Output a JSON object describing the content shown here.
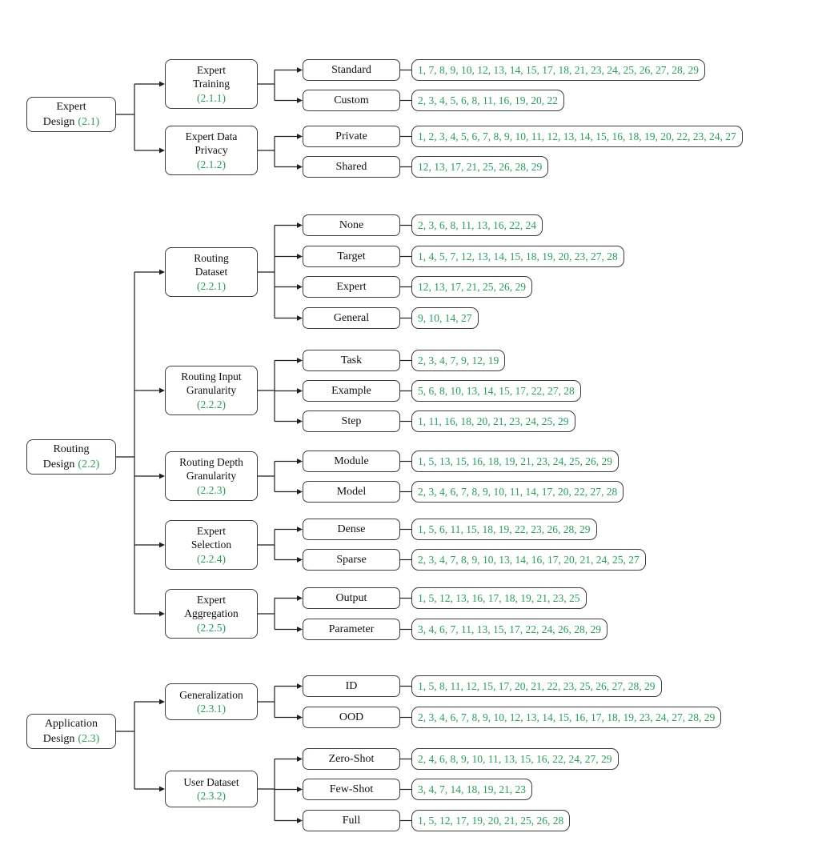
{
  "diagram": {
    "accent_green": "#2a9d5c",
    "groups": [
      {
        "root": {
          "line1": "Expert",
          "line2": "Design",
          "ref": "(2.1)"
        },
        "children": [
          {
            "lines": [
              "Expert",
              "Training"
            ],
            "ref": "(2.1.1)",
            "leaves": [
              {
                "label": "Standard",
                "values": "1, 7, 8, 9, 10, 12, 13, 14, 15, 17, 18, 21, 23, 24, 25, 26, 27, 28, 29"
              },
              {
                "label": "Custom",
                "values": "2, 3, 4, 5, 6, 8, 11, 16, 19, 20, 22"
              }
            ]
          },
          {
            "lines": [
              "Expert Data",
              "Privacy"
            ],
            "ref": "(2.1.2)",
            "leaves": [
              {
                "label": "Private",
                "values": "1, 2, 3, 4, 5, 6, 7, 8, 9, 10, 11, 12, 13, 14, 15, 16, 18, 19, 20, 22, 23, 24, 27"
              },
              {
                "label": "Shared",
                "values": "12, 13, 17, 21, 25, 26, 28, 29"
              }
            ]
          }
        ]
      },
      {
        "root": {
          "line1": "Routing",
          "line2": "Design",
          "ref": "(2.2)"
        },
        "children": [
          {
            "lines": [
              "Routing",
              "Dataset"
            ],
            "ref": "(2.2.1)",
            "leaves": [
              {
                "label": "None",
                "values": "2, 3, 6, 8, 11, 13, 16, 22, 24"
              },
              {
                "label": "Target",
                "values": "1, 4, 5, 7, 12, 13, 14, 15, 18, 19, 20, 23, 27, 28"
              },
              {
                "label": "Expert",
                "values": "12, 13, 17, 21, 25, 26, 29"
              },
              {
                "label": "General",
                "values": "9, 10, 14, 27"
              }
            ]
          },
          {
            "lines": [
              "Routing Input",
              "Granularity"
            ],
            "ref": "(2.2.2)",
            "leaves": [
              {
                "label": "Task",
                "values": "2, 3, 4, 7, 9, 12, 19"
              },
              {
                "label": "Example",
                "values": "5, 6, 8, 10, 13, 14, 15, 17, 22, 27, 28"
              },
              {
                "label": "Step",
                "values": "1, 11, 16, 18, 20, 21, 23, 24, 25, 29"
              }
            ]
          },
          {
            "lines": [
              "Routing Depth",
              "Granularity"
            ],
            "ref": "(2.2.3)",
            "leaves": [
              {
                "label": "Module",
                "values": "1, 5, 13, 15, 16, 18, 19, 21, 23, 24, 25, 26, 29"
              },
              {
                "label": "Model",
                "values": "2, 3, 4, 6, 7, 8, 9, 10, 11, 14, 17, 20, 22, 27, 28"
              }
            ]
          },
          {
            "lines": [
              "Expert",
              "Selection"
            ],
            "ref": "(2.2.4)",
            "leaves": [
              {
                "label": "Dense",
                "values": "1, 5, 6, 11, 15, 18, 19, 22, 23, 26, 28, 29"
              },
              {
                "label": "Sparse",
                "values": "2, 3, 4, 7, 8, 9, 10, 13, 14, 16, 17, 20, 21, 24, 25, 27"
              }
            ]
          },
          {
            "lines": [
              "Expert",
              "Aggregation"
            ],
            "ref": "(2.2.5)",
            "leaves": [
              {
                "label": "Output",
                "values": "1, 5, 12, 13, 16, 17, 18, 19, 21, 23, 25"
              },
              {
                "label": "Parameter",
                "values": "3, 4, 6, 7, 11, 13, 15, 17, 22, 24, 26, 28, 29"
              }
            ]
          }
        ]
      },
      {
        "root": {
          "line1": "Application",
          "line2": "Design",
          "ref": "(2.3)"
        },
        "children": [
          {
            "lines": [
              "Generalization"
            ],
            "ref": "(2.3.1)",
            "leaves": [
              {
                "label": "ID",
                "values": "1, 5, 8, 11, 12, 15, 17, 20, 21, 22, 23, 25, 26, 27, 28, 29"
              },
              {
                "label": "OOD",
                "values": "2, 3, 4, 6, 7, 8, 9, 10, 12, 13, 14, 15, 16, 17, 18, 19, 23, 24, 27, 28, 29"
              }
            ]
          },
          {
            "lines": [
              "User Dataset"
            ],
            "ref": "(2.3.2)",
            "leaves": [
              {
                "label": "Zero-Shot",
                "values": "2, 4, 6, 8, 9, 10, 11, 13, 15, 16, 22, 24, 27, 29"
              },
              {
                "label": "Few-Shot",
                "values": "3, 4, 7, 14, 18, 19, 21, 23"
              },
              {
                "label": "Full",
                "values": "1, 5, 12, 17, 19, 20, 21, 25, 26, 28"
              }
            ]
          }
        ]
      }
    ]
  }
}
